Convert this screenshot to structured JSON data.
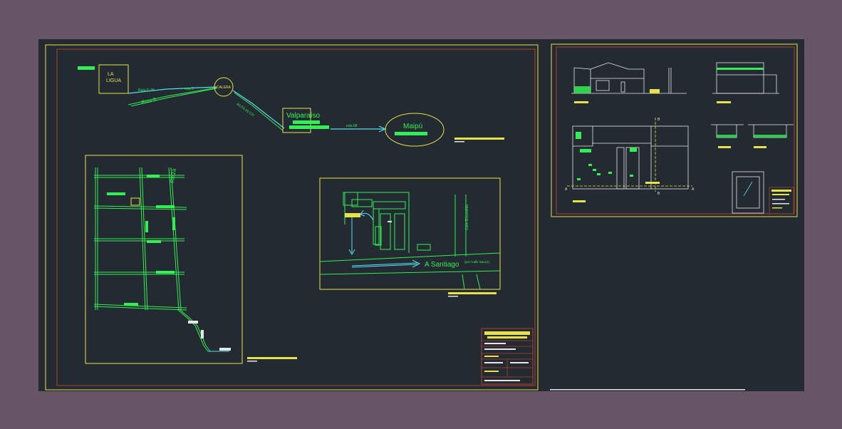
{
  "colors": {
    "background": "#665566",
    "canvas": "#232a31",
    "frame_yellow": "#e8e24a",
    "frame_red": "#a8432e",
    "line_green": "#33ee55",
    "line_cyan": "#55e0ee",
    "line_white": "#e6e6e6"
  },
  "route_map": {
    "la_ligua": "LA\nLIGUA",
    "route_e39": "Ruta E-39",
    "route_5a": "ruta 5",
    "route_5b": "Ruta 5",
    "calera": "CALERA",
    "ruta_a": "RUTA 60 CH",
    "valparaiso": "Valparaíso",
    "ruta_b": "ruta 68",
    "maipu": "Maipú"
  },
  "street_plan": {
    "street_label": "Riaza"
  },
  "site_plan": {
    "street_label": "Calle Escondido",
    "direction_label": "A Santiago",
    "direction_note": "(por Calle Sauce)"
  },
  "section_marks": {
    "a": "A",
    "b": "B"
  }
}
